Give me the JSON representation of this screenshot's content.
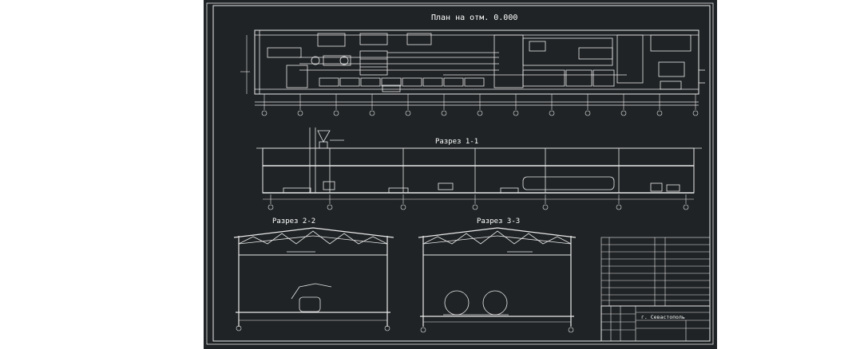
{
  "colors": {
    "background": "#1f2325",
    "line": "#e9e9e9",
    "page": "#ffffff"
  },
  "titles": {
    "plan": "План на отм. 0.000",
    "section_1": "Разрез 1-1",
    "section_2": "Разрез 2-2",
    "section_3": "Разрез 3-3"
  },
  "title_block": {
    "city": "г. Севастополь"
  }
}
